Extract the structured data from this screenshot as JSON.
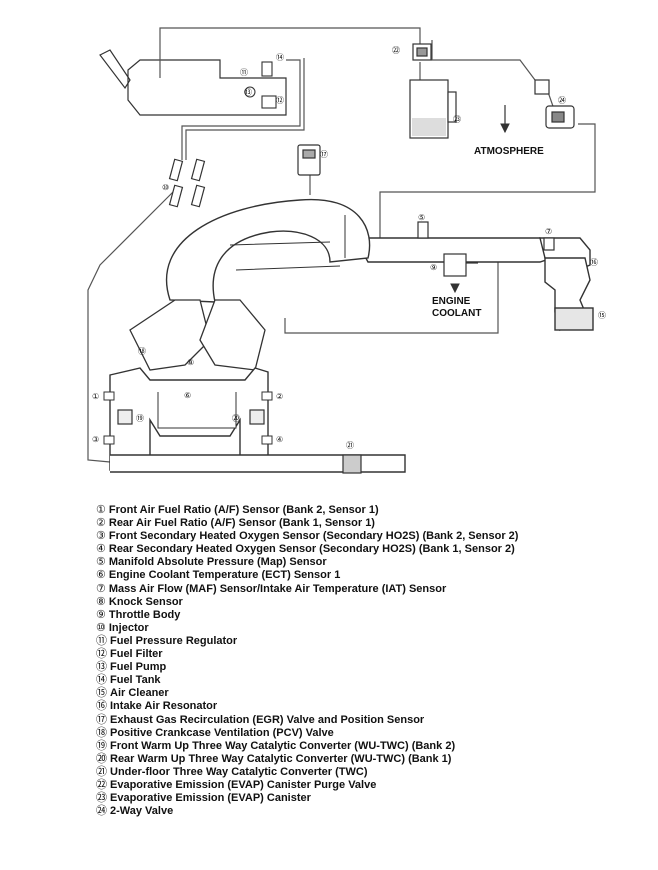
{
  "diagram": {
    "atmosphere_label": "ATMOSPHERE",
    "engine_coolant_label": [
      "ENGINE",
      "COOLANT"
    ],
    "callouts": {
      "c1": "①",
      "c2": "②",
      "c3": "③",
      "c4": "④",
      "c5": "⑤",
      "c6": "⑥",
      "c7": "⑦",
      "c8": "⑧",
      "c9": "⑨",
      "c10": "⑩",
      "c11": "⑪",
      "c12": "⑫",
      "c13": "⑬",
      "c14": "⑭",
      "c15": "⑮",
      "c16": "⑯",
      "c17": "⑰",
      "c18": "⑱",
      "c19": "⑲",
      "c20": "⑳",
      "c21": "㉑",
      "c22": "㉒",
      "c23": "㉓",
      "c24": "㉔"
    }
  },
  "legend": [
    {
      "num": "①",
      "text": "Front Air Fuel Ratio (A/F) Sensor (Bank 2, Sensor 1)"
    },
    {
      "num": "②",
      "text": "Rear Air Fuel Ratio (A/F) Sensor (Bank 1, Sensor 1)"
    },
    {
      "num": "③",
      "text": "Front Secondary Heated Oxygen Sensor (Secondary HO2S) (Bank 2, Sensor 2)"
    },
    {
      "num": "④",
      "text": "Rear Secondary Heated Oxygen Sensor (Secondary HO2S) (Bank 1, Sensor 2)"
    },
    {
      "num": "⑤",
      "text": "Manifold Absolute Pressure (Map) Sensor"
    },
    {
      "num": "⑥",
      "text": "Engine Coolant Temperature (ECT) Sensor 1"
    },
    {
      "num": "⑦",
      "text": "Mass Air Flow (MAF) Sensor/Intake Air Temperature (IAT) Sensor"
    },
    {
      "num": "⑧",
      "text": "Knock Sensor"
    },
    {
      "num": "⑨",
      "text": "Throttle Body"
    },
    {
      "num": "⑩",
      "text": "Injector"
    },
    {
      "num": "⑪",
      "text": "Fuel Pressure Regulator"
    },
    {
      "num": "⑫",
      "text": "Fuel Filter"
    },
    {
      "num": "⑬",
      "text": "Fuel Pump"
    },
    {
      "num": "⑭",
      "text": "Fuel Tank"
    },
    {
      "num": "⑮",
      "text": "Air Cleaner"
    },
    {
      "num": "⑯",
      "text": "Intake Air Resonator"
    },
    {
      "num": "⑰",
      "text": "Exhaust Gas Recirculation (EGR) Valve and Position Sensor"
    },
    {
      "num": "⑱",
      "text": "Positive Crankcase Ventilation (PCV) Valve"
    },
    {
      "num": "⑲",
      "text": "Front Warm Up Three Way Catalytic Converter (WU-TWC) (Bank 2)"
    },
    {
      "num": "⑳",
      "text": "Rear Warm Up Three Way Catalytic Converter (WU-TWC) (Bank 1)"
    },
    {
      "num": "㉑",
      "text": "Under-floor Three Way Catalytic Converter (TWC)"
    },
    {
      "num": "㉒",
      "text": "Evaporative Emission (EVAP) Canister Purge Valve"
    },
    {
      "num": "㉓",
      "text": "Evaporative Emission (EVAP) Canister"
    },
    {
      "num": "㉔",
      "text": "2-Way Valve"
    }
  ]
}
